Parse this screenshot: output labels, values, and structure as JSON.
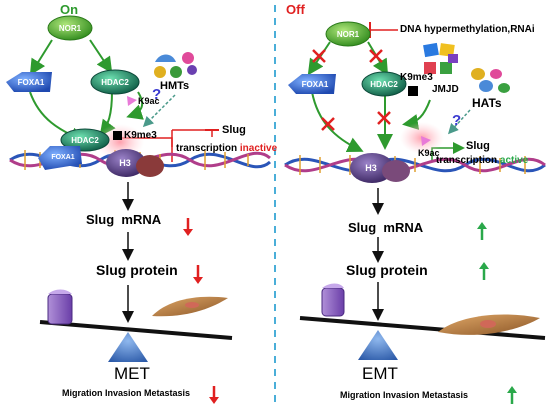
{
  "left": {
    "state": "On",
    "nor1": "NOR1",
    "foxa1": "FOXA1",
    "hdac2": "HDAC2",
    "hmts": "HMTs",
    "k9ac": "K9ac",
    "question": "?",
    "hdac2_bound": "HDAC2",
    "foxa1_bound": "FOXA1",
    "k9me3": "K9me3",
    "slug": "Slug",
    "transcription": "transcription",
    "status": "inactive",
    "h3": "H3",
    "mrna_gene": "Slug",
    "mrna": "mRNA",
    "protein": "Slug protein",
    "outcome": "MET",
    "phenotype": "Migration Invasion Metastasis"
  },
  "right": {
    "state": "Off",
    "nor1": "NOR1",
    "silencing": "DNA hypermethylation,RNAi",
    "foxa1": "FOXA1",
    "hdac2": "HDAC2",
    "k9me3": "K9me3",
    "jmjd": "JMJD",
    "hats": "HATs",
    "question": "?",
    "k9ac": "K9ac",
    "slug": "Slug",
    "transcription": "transcription",
    "status": "active",
    "h3": "H3",
    "mrna_gene": "Slug",
    "mrna": "mRNA",
    "protein": "Slug protein",
    "outcome": "EMT",
    "phenotype": "Migration Invasion Metastasis"
  },
  "colors": {
    "on_green": "#2e9a2e",
    "off_red": "#e02020",
    "up_green": "#2aa84a",
    "down_red": "#e02020",
    "divider": "#4aaed8",
    "node_green": "#55b830",
    "node_blue": "#3a6fd8",
    "h3_purple": "#5a3f86"
  }
}
